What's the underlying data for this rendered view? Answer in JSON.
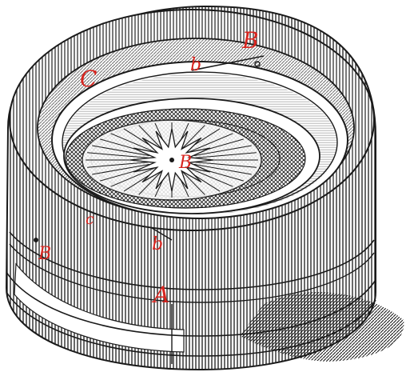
{
  "labels": {
    "A": "A",
    "B_outer_left": "B",
    "B_rim_top": "B",
    "B_center": "B",
    "C": "C",
    "b_top": "b",
    "b_lower": "b",
    "c": "c"
  },
  "colors": {
    "ink": "#1a1a1a",
    "label": "#d8251f",
    "paper": "#ffffff"
  },
  "compass": {
    "points": 16
  }
}
